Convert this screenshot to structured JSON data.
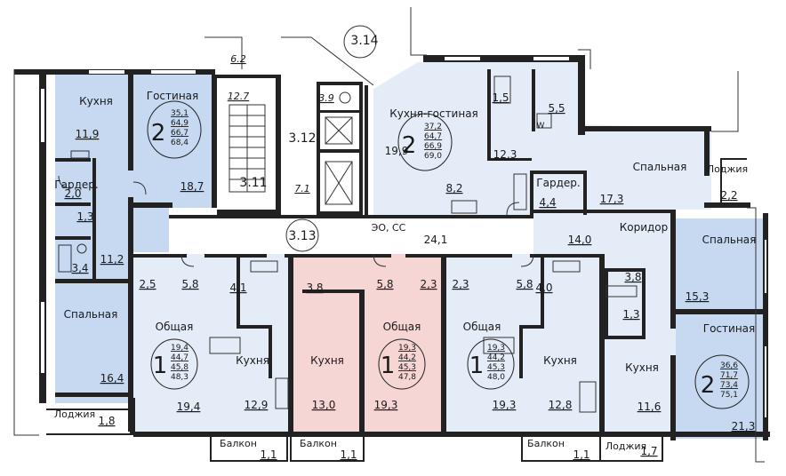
{
  "colors": {
    "blue_dark": "#c6d9f0",
    "blue_light": "#e4ecf7",
    "pink": "#f6d5d5",
    "wall": "#222222"
  },
  "core": {
    "n314": "3.14",
    "n312": "3.12",
    "n311": "3.11",
    "n313": "3.13",
    "a62": "6.2",
    "a127": "12.7",
    "a39": "3.9",
    "a71": "7.1",
    "eo": "ЭО, СС",
    "corr": "24,1"
  },
  "apt_left": {
    "kitchen_name": "Кухня",
    "kitchen_area": "11,9",
    "living_name": "Гостиная",
    "living_area": "18,7",
    "garder_name": "Гардер.",
    "garder_area": "2,0",
    "bath1": "1,3",
    "bath2": "3,4",
    "hall": "11,2",
    "bed_name": "Спальная",
    "bed_area": "16,4",
    "loggia_name": "Лоджия",
    "loggia_area": "1,8",
    "rooms": "2",
    "figs": [
      "35,1",
      "64,9",
      "66,7",
      "68,4"
    ]
  },
  "apt_top": {
    "kitchen_name": "Кухня-гостиная",
    "kitchen_area": "19,9",
    "a15": "1,5",
    "a55": "5,5",
    "a123": "12,3",
    "a82": "8,2",
    "w": "W",
    "bed_name": "Спальная",
    "bed_area": "17,3",
    "garder_name": "Гардер.",
    "garder_area": "4,4",
    "loggia_name": "Лоджия",
    "loggia_area": "2,2",
    "rooms": "2",
    "figs": [
      "37,2",
      "64,7",
      "66,9",
      "69,0"
    ]
  },
  "apt_right": {
    "corr_name": "Коридор",
    "corr_area": "14,0",
    "bed_name": "Спальная",
    "bed_area": "15,3",
    "a38": "3,8",
    "a13": "1,3",
    "kitchen_name": "Кухня",
    "kitchen_area": "11,6",
    "living_name": "Гостиная",
    "living_area": "21,3",
    "loggia_name": "Лоджия",
    "loggia_area": "1,7",
    "rooms": "2",
    "figs": [
      "36,6",
      "71,7",
      "73,4",
      "75,1"
    ]
  },
  "apt_s1": {
    "hall": "2,5",
    "a58": "5,8",
    "a41": "4,1",
    "room_name": "Общая",
    "room_area": "19,4",
    "kitchen_name": "Кухня",
    "kitchen_area": "12,9",
    "balcony_name": "Балкон",
    "balcony_area": "1,1",
    "rooms": "1",
    "figs": [
      "19,4",
      "44,7",
      "45,8",
      "48,3"
    ]
  },
  "apt_s2": {
    "bath": "3,8",
    "kitchen_name": "Кухня",
    "kitchen_area": "13,0",
    "balcony_name": "Балкон",
    "balcony_area": "1,1"
  },
  "apt_s3": {
    "a58": "5,8",
    "a23": "2,3",
    "room_name": "Общая",
    "room_area": "19,3",
    "rooms": "1",
    "figs": [
      "19,3",
      "44,2",
      "45,3",
      "47,8"
    ]
  },
  "apt_s4": {
    "a23": "2,3",
    "a58": "5,8",
    "a40": "4,0",
    "room_name": "Общая",
    "room_area": "19,3",
    "kitchen_name": "Кухня",
    "kitchen_area": "12,8",
    "balcony_name": "Балкон",
    "balcony_area": "1,1",
    "rooms": "1",
    "figs": [
      "19,3",
      "44,2",
      "45,3",
      "48,0"
    ]
  }
}
